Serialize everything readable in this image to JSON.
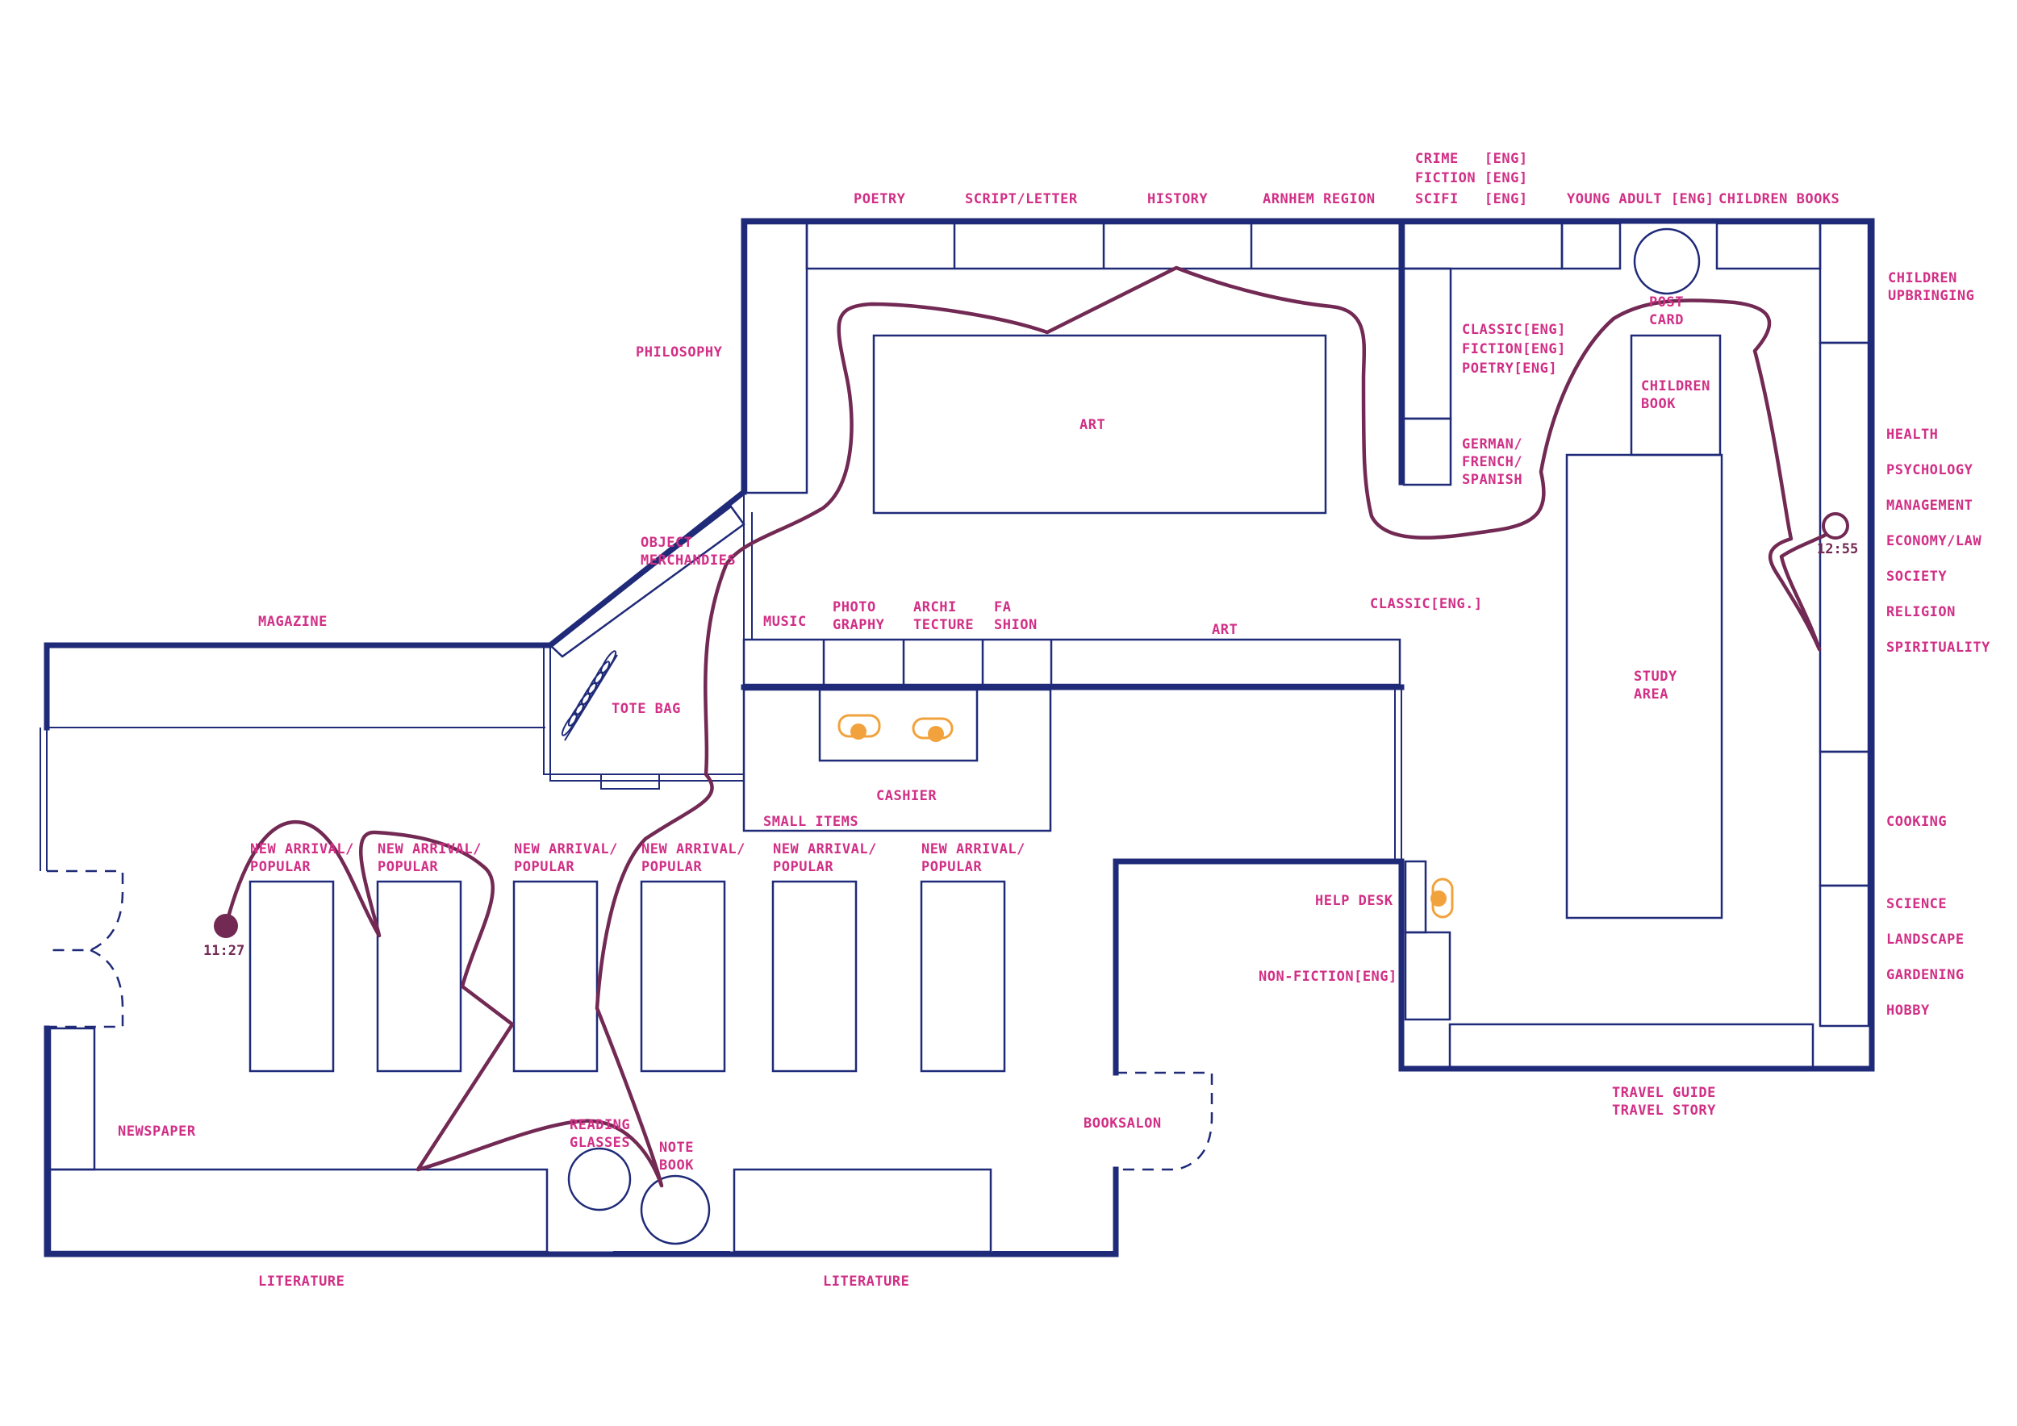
{
  "colors": {
    "wall": "#1f2a78",
    "label": "#d12f86",
    "route": "#722953",
    "seat": "#f2a23c"
  },
  "labels": {
    "poetry": "POETRY",
    "script_letter": "SCRIPT/LETTER",
    "history": "HISTORY",
    "arnhem_region": "ARNHEM REGION",
    "crime": "CRIME   [ENG]",
    "fiction": "FICTION [ENG]",
    "scifi": "SCIFI   [ENG]",
    "young_adult": "YOUNG ADULT [ENG]",
    "children_books": "CHILDREN BOOKS",
    "children_upbringing_1": "CHILDREN",
    "children_upbringing_2": "UPBRINGING",
    "philosophy": "PHILOSOPHY",
    "classic_eng": "CLASSIC[ENG]",
    "fiction_eng": "FICTION[ENG]",
    "poetry_eng": "POETRY[ENG]",
    "german_1": "GERMAN/",
    "german_2": "FRENCH/",
    "german_3": "SPANISH",
    "post_card_1": "POST",
    "post_card_2": "CARD",
    "children_book_1": "CHILDREN",
    "children_book_2": "BOOK",
    "art_table": "ART",
    "health": "HEALTH",
    "psychology": "PSYCHOLOGY",
    "management": "MANAGEMENT",
    "economy_law": "ECONOMY/LAW",
    "society": "SOCIETY",
    "religion": "RELIGION",
    "spirituality": "SPIRITUALITY",
    "object_1": "OBJECT",
    "object_2": "MERCHANDIES",
    "magazine": "MAGAZINE",
    "music": "MUSIC",
    "photo_1": "PHOTO",
    "photo_2": "GRAPHY",
    "archi_1": "ARCHI",
    "archi_2": "TECTURE",
    "fashion_1": "FA",
    "fashion_2": "SHION",
    "art_shelf": "ART",
    "classic_eng_dot": "CLASSIC[ENG.]",
    "study_1": "STUDY",
    "study_2": "AREA",
    "tote_bag": "TOTE BAG",
    "cashier": "CASHIER",
    "small_items": "SMALL ITEMS",
    "new_arrival": "NEW ARRIVAL/",
    "popular": "POPULAR",
    "help_desk": "HELP DESK",
    "non_fiction": "NON-FICTION[ENG]",
    "cooking": "COOKING",
    "science": "SCIENCE",
    "landscape": "LANDSCAPE",
    "gardening": "GARDENING",
    "hobby": "HOBBY",
    "newspaper": "NEWSPAPER",
    "reading_1": "READING",
    "reading_2": "GLASSES",
    "note_1": "NOTE",
    "note_2": "BOOK",
    "booksalon": "BOOKSALON",
    "travel_guide": "TRAVEL GUIDE",
    "travel_story": "TRAVEL STORY",
    "literature": "LITERATURE"
  },
  "route": {
    "start_time": "11:27",
    "end_time": "12:55"
  }
}
